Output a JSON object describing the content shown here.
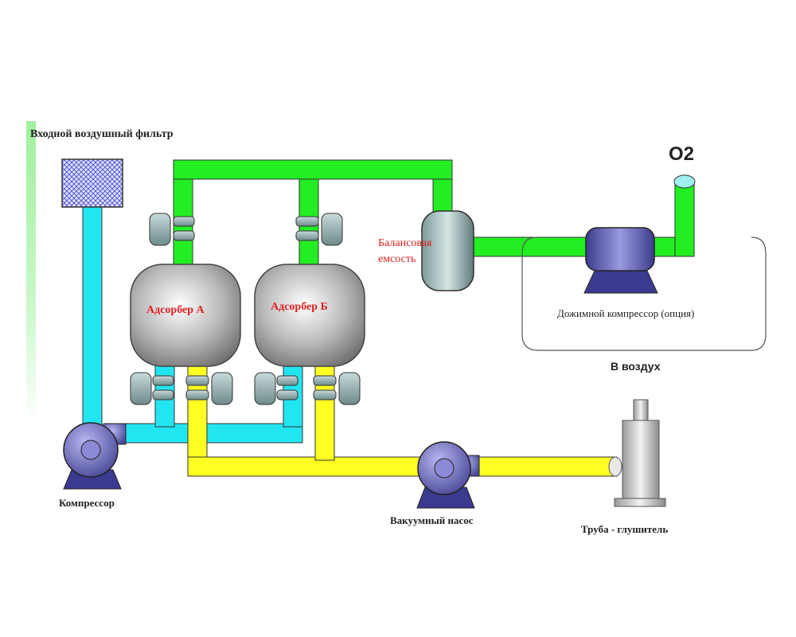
{
  "labels": {
    "input_filter": "Входной воздушный фильтр",
    "o2": "О2",
    "balance_tank": "Балансовая емсость",
    "adsorber_a": "Адсорбер А",
    "adsorber_b": "Адсорбер Б",
    "booster": "Дожимной компрессор (опция)",
    "to_air": "В воздух",
    "compressor": "Компрессор",
    "vacuum_pump": "Вакуумный насос",
    "muffler": "Труба - глушитель"
  },
  "colors": {
    "oxygen_line": "#22ee22",
    "air_line": "#22e5f2",
    "exhaust_line": "#ffff22",
    "label_red": "#e02020"
  }
}
